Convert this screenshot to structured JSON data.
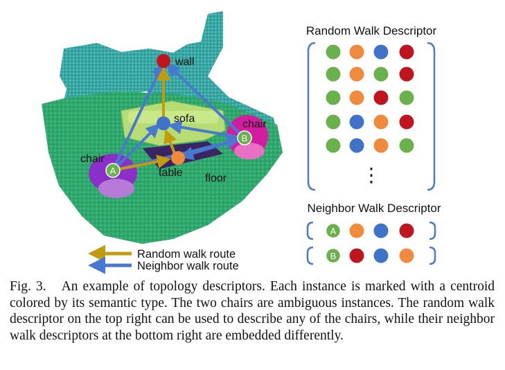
{
  "scene": {
    "labels": {
      "wall": "wall",
      "sofa": "sofa",
      "chair_a": "chair",
      "chair_b": "chair",
      "table": "table",
      "floor": "floor"
    },
    "nodes": {
      "a": "A",
      "b": "B"
    },
    "legend": {
      "random": "Random walk route",
      "neighbor": "Neighbor walk route"
    }
  },
  "random_walk": {
    "title": "Random Walk Descriptor",
    "rows": [
      [
        "green",
        "orange",
        "blue",
        "red"
      ],
      [
        "green",
        "orange",
        "green",
        "red"
      ],
      [
        "green",
        "orange",
        "red",
        "green"
      ],
      [
        "green",
        "blue",
        "orange",
        "red"
      ],
      [
        "green",
        "blue",
        "orange",
        "green"
      ]
    ],
    "ellipsis": "⋮"
  },
  "neighbor_walk": {
    "title": "Neighbor Walk Descriptor",
    "rows": [
      {
        "start": "A",
        "dots": [
          "orange",
          "blue",
          "red"
        ]
      },
      {
        "start": "B",
        "dots": [
          "red",
          "blue",
          "orange"
        ]
      }
    ]
  },
  "colors": {
    "green": "#6ab04c",
    "orange": "#f08a3c",
    "blue": "#3f73c9",
    "red": "#c0141e",
    "bracket": "#4a7ac7",
    "route_random": "#c49a0e",
    "route_neighbor": "#4878cf"
  },
  "caption": {
    "fig": "Fig. 3.",
    "text": "An example of topology descriptors. Each instance is marked with a centroid colored by its semantic type. The two chairs are ambiguous instances. The random walk descriptor on the top right can be used to describe any of the chairs, while their neighbor walk descriptors at the bottom right are embedded differently."
  }
}
